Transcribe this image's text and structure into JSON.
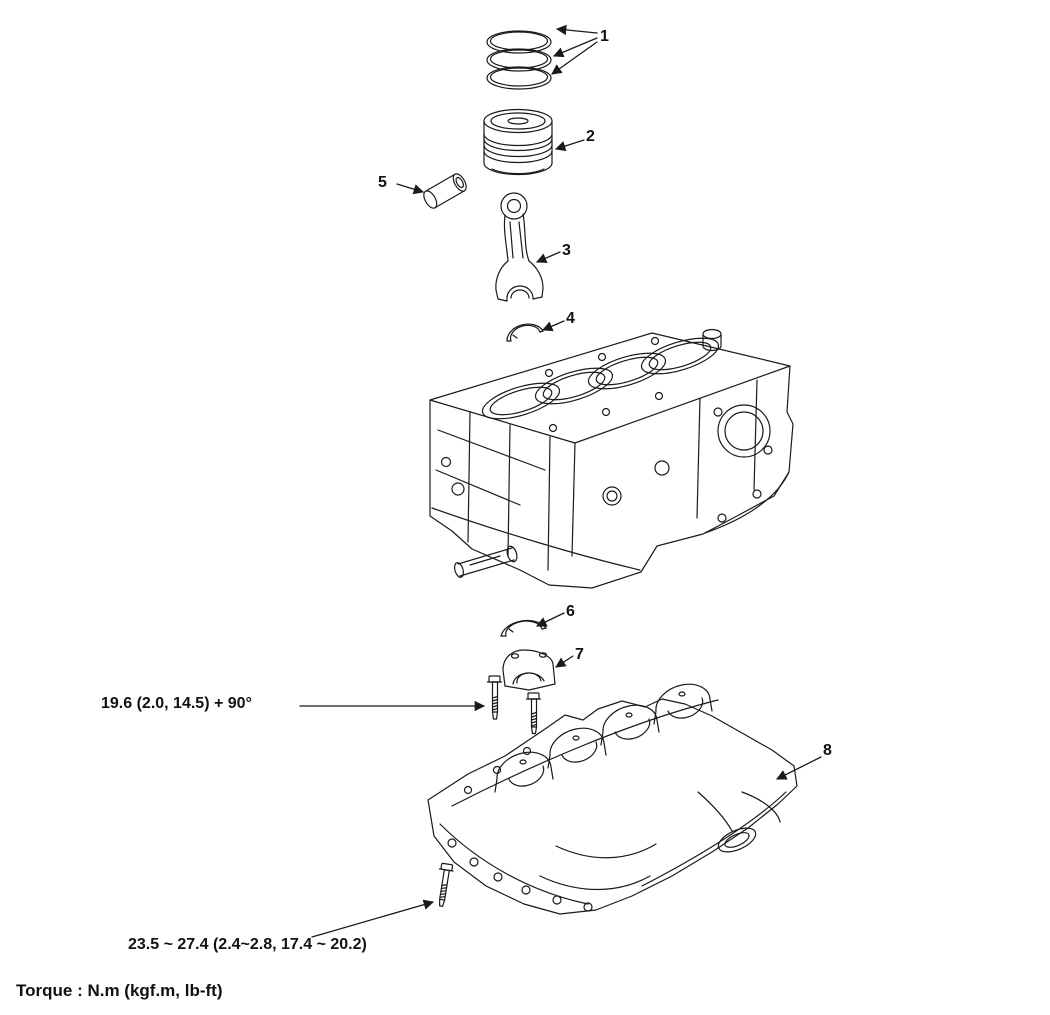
{
  "meta": {
    "background_color": "#ffffff",
    "ink_color": "#1a1a1a",
    "figure_type": "exploded-parts-diagram"
  },
  "callouts": {
    "c1": "1",
    "c2": "2",
    "c3": "3",
    "c4": "4",
    "c5": "5",
    "c6": "6",
    "c7": "7",
    "c8": "8"
  },
  "torque": {
    "spec_upper": "19.6 (2.0, 14.5) + 90°",
    "spec_lower": "23.5 ~ 27.4 (2.4~2.8, 17.4 ~ 20.2)",
    "units_note": "Torque : N.m (kgf.m, lb-ft)"
  }
}
